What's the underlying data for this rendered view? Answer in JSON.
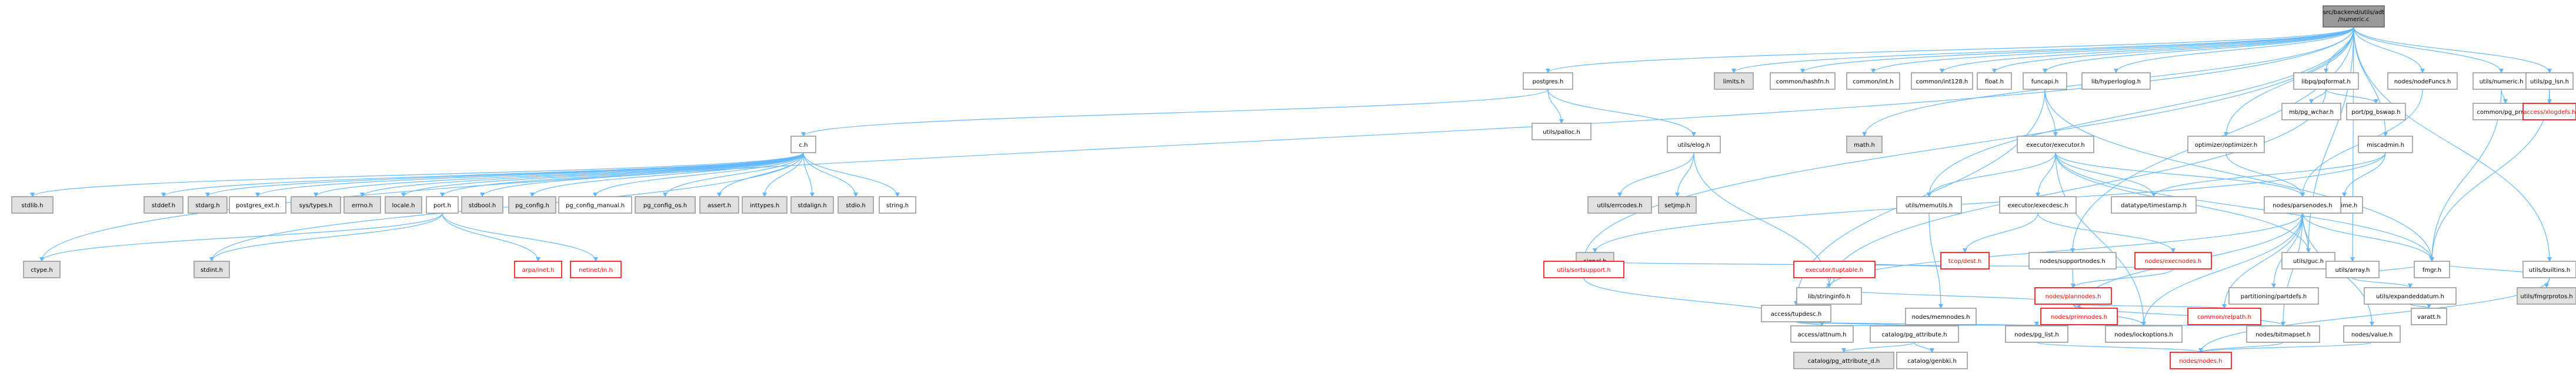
{
  "colors": {
    "edge": "#63b8ff",
    "node_fill": "#ffffff",
    "node_stroke": "#999999",
    "root_fill": "#999999",
    "root_stroke": "#666666",
    "grey_fill": "#e0e0e0",
    "grey_stroke": "#999999",
    "red_stroke": "#ff0000",
    "red_text": "#ff0000"
  },
  "nodes": [
    {
      "id": "root",
      "label": "src/backend/utils/adt/numeric.c",
      "lines": [
        "src/backend/utils/adt",
        "/numeric.c"
      ],
      "style": "root"
    },
    {
      "id": "postgres_h",
      "label": "postgres.h",
      "style": "normal"
    },
    {
      "id": "limits_h",
      "label": "limits.h",
      "style": "grey"
    },
    {
      "id": "common_hashfn_h",
      "label": "common/hashfn.h",
      "style": "normal"
    },
    {
      "id": "common_int_h",
      "label": "common/int.h",
      "style": "normal"
    },
    {
      "id": "common_int128_h",
      "label": "common/int128.h",
      "style": "normal"
    },
    {
      "id": "float_h",
      "label": "float.h",
      "style": "normal"
    },
    {
      "id": "funcapi_h",
      "label": "funcapi.h",
      "style": "normal"
    },
    {
      "id": "hyperloglog_h",
      "label": "lib/hyperloglog.h",
      "style": "normal"
    },
    {
      "id": "pqformat_h",
      "label": "libpq/pqformat.h",
      "style": "normal"
    },
    {
      "id": "miscadmin_h",
      "label": "miscadmin.h",
      "style": "normal"
    },
    {
      "id": "nodeFuncs_h",
      "label": "nodes/nodeFuncs.h",
      "style": "normal"
    },
    {
      "id": "utils_numeric_h",
      "label": "utils/numeric.h",
      "style": "normal"
    },
    {
      "id": "utils_pg_lsn_h",
      "label": "utils/pg_lsn.h",
      "style": "normal"
    },
    {
      "id": "c_h",
      "label": "c.h",
      "style": "normal"
    },
    {
      "id": "utils_palloc_h",
      "label": "utils/palloc.h",
      "style": "normal"
    },
    {
      "id": "utils_elog_h",
      "label": "utils/elog.h",
      "style": "normal"
    },
    {
      "id": "math_h",
      "label": "math.h",
      "style": "grey"
    },
    {
      "id": "executor_executor_h",
      "label": "executor/executor.h",
      "style": "normal"
    },
    {
      "id": "optimizer_h",
      "label": "optimizer/optimizer.h",
      "style": "normal"
    },
    {
      "id": "mb_pg_wchar_h",
      "label": "mb/pg_wchar.h",
      "style": "normal"
    },
    {
      "id": "port_pg_bswap_h",
      "label": "port/pg_bswap.h",
      "style": "normal"
    },
    {
      "id": "common_pg_prng_h",
      "label": "common/pg_prng.h",
      "style": "normal"
    },
    {
      "id": "access_xlogdefs_h",
      "label": "access/xlogdefs.h",
      "style": "red"
    },
    {
      "id": "stdlib_h",
      "label": "stdlib.h",
      "style": "grey"
    },
    {
      "id": "stddef_h",
      "label": "stddef.h",
      "style": "grey"
    },
    {
      "id": "stdarg_h",
      "label": "stdarg.h",
      "style": "grey"
    },
    {
      "id": "postgres_ext_h",
      "label": "postgres_ext.h",
      "style": "normal"
    },
    {
      "id": "sys_types_h",
      "label": "sys/types.h",
      "style": "grey"
    },
    {
      "id": "errno_h",
      "label": "errno.h",
      "style": "grey"
    },
    {
      "id": "locale_h",
      "label": "locale.h",
      "style": "grey"
    },
    {
      "id": "port_h",
      "label": "port.h",
      "style": "normal"
    },
    {
      "id": "stdbool_h",
      "label": "stdbool.h",
      "style": "grey"
    },
    {
      "id": "pg_config_h",
      "label": "pg_config.h",
      "style": "grey"
    },
    {
      "id": "pg_config_manual_h",
      "label": "pg_config_manual.h",
      "style": "normal"
    },
    {
      "id": "pg_config_os_h",
      "label": "pg_config_os.h",
      "style": "grey"
    },
    {
      "id": "assert_h",
      "label": "assert.h",
      "style": "grey"
    },
    {
      "id": "inttypes_h",
      "label": "inttypes.h",
      "style": "grey"
    },
    {
      "id": "stdalign_h",
      "label": "stdalign.h",
      "style": "grey"
    },
    {
      "id": "stdio_h",
      "label": "stdio.h",
      "style": "grey"
    },
    {
      "id": "string_h",
      "label": "string.h",
      "style": "normal"
    },
    {
      "id": "utils_errcodes_h",
      "label": "utils/errcodes.h",
      "style": "grey"
    },
    {
      "id": "setjmp_h",
      "label": "setjmp.h",
      "style": "grey"
    },
    {
      "id": "utils_memutils_h",
      "label": "utils/memutils.h",
      "style": "normal"
    },
    {
      "id": "executor_execdesc_h",
      "label": "executor/execdesc.h",
      "style": "normal"
    },
    {
      "id": "datatype_timestamp_h",
      "label": "datatype/timestamp.h",
      "style": "normal"
    },
    {
      "id": "pgtime_h",
      "label": "pgtime.h",
      "style": "normal"
    },
    {
      "id": "ctype_h",
      "label": "ctype.h",
      "style": "grey"
    },
    {
      "id": "stdint_h",
      "label": "stdint.h",
      "style": "grey"
    },
    {
      "id": "arpa_inet_h",
      "label": "arpa/inet.h",
      "style": "red"
    },
    {
      "id": "netinet_in_h",
      "label": "netinet/in.h",
      "style": "red"
    },
    {
      "id": "signal_h",
      "label": "signal.h",
      "style": "grey"
    },
    {
      "id": "utils_guc_h",
      "label": "utils/guc.h",
      "style": "normal"
    },
    {
      "id": "tcop_dest_h",
      "label": "tcop/dest.h",
      "style": "red"
    },
    {
      "id": "nodes_supportnodes_h",
      "label": "nodes/supportnodes.h",
      "style": "normal"
    },
    {
      "id": "nodes_execnodes_h",
      "label": "nodes/execnodes.h",
      "style": "red"
    },
    {
      "id": "nodes_parsenodes_h",
      "label": "nodes/parsenodes.h",
      "style": "normal"
    },
    {
      "id": "utils_array_h",
      "label": "utils/array.h",
      "style": "normal"
    },
    {
      "id": "utils_builtins_h",
      "label": "utils/builtins.h",
      "style": "normal"
    },
    {
      "id": "utils_sortsupport_h",
      "label": "utils/sortsupport.h",
      "style": "red"
    },
    {
      "id": "executor_tuptable_h",
      "label": "executor/tuptable.h",
      "style": "red"
    },
    {
      "id": "nodes_plannodes_h",
      "label": "nodes/plannodes.h",
      "style": "red"
    },
    {
      "id": "partitioning_partdefs_h",
      "label": "partitioning/partdefs.h",
      "style": "normal"
    },
    {
      "id": "utils_expandeddatum_h",
      "label": "utils/expandeddatum.h",
      "style": "normal"
    },
    {
      "id": "fmgr_h",
      "label": "fmgr.h",
      "style": "normal"
    },
    {
      "id": "utils_fmgrprotos_h",
      "label": "utils/fmgrprotos.h",
      "style": "grey"
    },
    {
      "id": "access_tupdesc_h",
      "label": "access/tupdesc.h",
      "style": "normal"
    },
    {
      "id": "lib_stringinfo_h",
      "label": "lib/stringinfo.h",
      "style": "normal"
    },
    {
      "id": "nodes_memnodes_h",
      "label": "nodes/memnodes.h",
      "style": "normal"
    },
    {
      "id": "nodes_primnodes_h",
      "label": "nodes/primnodes.h",
      "style": "red"
    },
    {
      "id": "common_relpath_h",
      "label": "common/relpath.h",
      "style": "red"
    },
    {
      "id": "varatt_h",
      "label": "varatt.h",
      "style": "normal"
    },
    {
      "id": "access_attnum_h",
      "label": "access/attnum.h",
      "style": "normal"
    },
    {
      "id": "catalog_pg_attribute_h",
      "label": "catalog/pg_attribute.h",
      "style": "normal"
    },
    {
      "id": "nodes_pg_list_h",
      "label": "nodes/pg_list.h",
      "style": "normal"
    },
    {
      "id": "nodes_lockoptions_h",
      "label": "nodes/lockoptions.h",
      "style": "normal"
    },
    {
      "id": "nodes_bitmapset_h",
      "label": "nodes/bitmapset.h",
      "style": "normal"
    },
    {
      "id": "nodes_value_h",
      "label": "nodes/value.h",
      "style": "normal"
    },
    {
      "id": "catalog_pg_attribute_d_h",
      "label": "catalog/pg_attribute_d.h",
      "style": "grey"
    },
    {
      "id": "catalog_genbki_h",
      "label": "catalog/genbki.h",
      "style": "normal"
    },
    {
      "id": "nodes_nodes_h",
      "label": "nodes/nodes.h",
      "style": "red"
    }
  ],
  "edges": [
    [
      "root",
      "postgres_h"
    ],
    [
      "root",
      "limits_h"
    ],
    [
      "root",
      "common_hashfn_h"
    ],
    [
      "root",
      "common_int_h"
    ],
    [
      "root",
      "common_int128_h"
    ],
    [
      "root",
      "float_h"
    ],
    [
      "root",
      "funcapi_h"
    ],
    [
      "root",
      "hyperloglog_h"
    ],
    [
      "root",
      "pqformat_h"
    ],
    [
      "root",
      "miscadmin_h"
    ],
    [
      "root",
      "nodeFuncs_h"
    ],
    [
      "root",
      "utils_numeric_h"
    ],
    [
      "root",
      "utils_pg_lsn_h"
    ],
    [
      "root",
      "math_h"
    ],
    [
      "root",
      "optimizer_h"
    ],
    [
      "root",
      "ctype_h"
    ],
    [
      "root",
      "utils_builtins_h"
    ],
    [
      "root",
      "utils_guc_h"
    ],
    [
      "root",
      "utils_array_h"
    ],
    [
      "root",
      "nodes_supportnodes_h"
    ],
    [
      "root",
      "utils_sortsupport_h"
    ],
    [
      "root",
      "utils_memutils_h"
    ],
    [
      "postgres_h",
      "c_h"
    ],
    [
      "postgres_h",
      "utils_palloc_h"
    ],
    [
      "postgres_h",
      "utils_elog_h"
    ],
    [
      "c_h",
      "stdlib_h"
    ],
    [
      "c_h",
      "stddef_h"
    ],
    [
      "c_h",
      "stdarg_h"
    ],
    [
      "c_h",
      "postgres_ext_h"
    ],
    [
      "c_h",
      "sys_types_h"
    ],
    [
      "c_h",
      "errno_h"
    ],
    [
      "c_h",
      "locale_h"
    ],
    [
      "c_h",
      "port_h"
    ],
    [
      "c_h",
      "stdbool_h"
    ],
    [
      "c_h",
      "pg_config_h"
    ],
    [
      "c_h",
      "pg_config_manual_h"
    ],
    [
      "c_h",
      "pg_config_os_h"
    ],
    [
      "c_h",
      "assert_h"
    ],
    [
      "c_h",
      "inttypes_h"
    ],
    [
      "c_h",
      "stdalign_h"
    ],
    [
      "c_h",
      "stdio_h"
    ],
    [
      "c_h",
      "string_h"
    ],
    [
      "c_h",
      "stdint_h"
    ],
    [
      "port_h",
      "ctype_h"
    ],
    [
      "port_h",
      "arpa_inet_h"
    ],
    [
      "port_h",
      "netinet_in_h"
    ],
    [
      "port_h",
      "stdint_h"
    ],
    [
      "utils_elog_h",
      "utils_errcodes_h"
    ],
    [
      "utils_elog_h",
      "setjmp_h"
    ],
    [
      "utils_elog_h",
      "lib_stringinfo_h"
    ],
    [
      "funcapi_h",
      "executor_executor_h"
    ],
    [
      "funcapi_h",
      "fmgr_h"
    ],
    [
      "funcapi_h",
      "access_tupdesc_h"
    ],
    [
      "executor_executor_h",
      "utils_memutils_h"
    ],
    [
      "executor_executor_h",
      "executor_execdesc_h"
    ],
    [
      "executor_executor_h",
      "datatype_timestamp_h"
    ],
    [
      "executor_executor_h",
      "utils_guc_h"
    ],
    [
      "executor_executor_h",
      "fmgr_h"
    ],
    [
      "executor_executor_h",
      "nodes_lockoptions_h"
    ],
    [
      "executor_executor_h",
      "nodes_parsenodes_h"
    ],
    [
      "executor_execdesc_h",
      "tcop_dest_h"
    ],
    [
      "executor_execdesc_h",
      "nodes_execnodes_h"
    ],
    [
      "tcop_dest_h",
      "executor_tuptable_h"
    ],
    [
      "nodes_execnodes_h",
      "nodes_plannodes_h"
    ],
    [
      "nodes_execnodes_h",
      "utils_sortsupport_h"
    ],
    [
      "optimizer_h",
      "nodes_parsenodes_h"
    ],
    [
      "pqformat_h",
      "mb_pg_wchar_h"
    ],
    [
      "pqformat_h",
      "port_pg_bswap_h"
    ],
    [
      "pqformat_h",
      "lib_stringinfo_h"
    ],
    [
      "miscadmin_h",
      "datatype_timestamp_h"
    ],
    [
      "miscadmin_h",
      "pgtime_h"
    ],
    [
      "miscadmin_h",
      "signal_h"
    ],
    [
      "nodeFuncs_h",
      "nodes_parsenodes_h"
    ],
    [
      "utils_numeric_h",
      "common_pg_prng_h"
    ],
    [
      "utils_numeric_h",
      "fmgr_h"
    ],
    [
      "utils_pg_lsn_h",
      "access_xlogdefs_h"
    ],
    [
      "utils_pg_lsn_h",
      "fmgr_h"
    ],
    [
      "utils_guc_h",
      "nodes_parsenodes_h"
    ],
    [
      "utils_guc_h",
      "utils_array_h"
    ],
    [
      "utils_array_h",
      "utils_expandeddatum_h"
    ],
    [
      "utils_array_h",
      "fmgr_h"
    ],
    [
      "utils_expandeddatum_h",
      "varatt_h"
    ],
    [
      "utils_builtins_h",
      "fmgr_h"
    ],
    [
      "utils_builtins_h",
      "utils_fmgrprotos_h"
    ],
    [
      "utils_builtins_h",
      "nodes_nodes_h"
    ],
    [
      "nodes_supportnodes_h",
      "nodes_plannodes_h"
    ],
    [
      "utils_memutils_h",
      "nodes_memnodes_h"
    ],
    [
      "nodes_parsenodes_h",
      "partitioning_partdefs_h"
    ],
    [
      "nodes_parsenodes_h",
      "nodes_primnodes_h"
    ],
    [
      "nodes_parsenodes_h",
      "common_relpath_h"
    ],
    [
      "nodes_parsenodes_h",
      "nodes_bitmapset_h"
    ],
    [
      "nodes_parsenodes_h",
      "nodes_lockoptions_h"
    ],
    [
      "nodes_parsenodes_h",
      "nodes_value_h"
    ],
    [
      "nodes_parsenodes_h",
      "fmgr_h"
    ],
    [
      "nodes_parsenodes_h",
      "lib_stringinfo_h"
    ],
    [
      "nodes_plannodes_h",
      "nodes_primnodes_h"
    ],
    [
      "nodes_plannodes_h",
      "common_relpath_h"
    ],
    [
      "nodes_plannodes_h",
      "nodes_lockoptions_h"
    ],
    [
      "nodes_plannodes_h",
      "nodes_bitmapset_h"
    ],
    [
      "nodes_plannodes_h",
      "lib_stringinfo_h"
    ],
    [
      "utils_sortsupport_h",
      "access_attnum_h"
    ],
    [
      "executor_tuptable_h",
      "access_tupdesc_h"
    ],
    [
      "access_tupdesc_h",
      "access_attnum_h"
    ],
    [
      "access_tupdesc_h",
      "catalog_pg_attribute_h"
    ],
    [
      "access_tupdesc_h",
      "nodes_pg_list_h"
    ],
    [
      "catalog_pg_attribute_h",
      "catalog_pg_attribute_d_h"
    ],
    [
      "catalog_pg_attribute_h",
      "catalog_genbki_h"
    ],
    [
      "nodes_primnodes_h",
      "nodes_lockoptions_h"
    ],
    [
      "nodes_primnodes_h",
      "nodes_bitmapset_h"
    ],
    [
      "nodes_primnodes_h",
      "access_attnum_h"
    ],
    [
      "nodes_primnodes_h",
      "nodes_pg_list_h"
    ],
    [
      "nodes_pg_list_h",
      "nodes_nodes_h"
    ],
    [
      "nodes_bitmapset_h",
      "nodes_nodes_h"
    ],
    [
      "nodes_value_h",
      "nodes_nodes_h"
    ]
  ]
}
